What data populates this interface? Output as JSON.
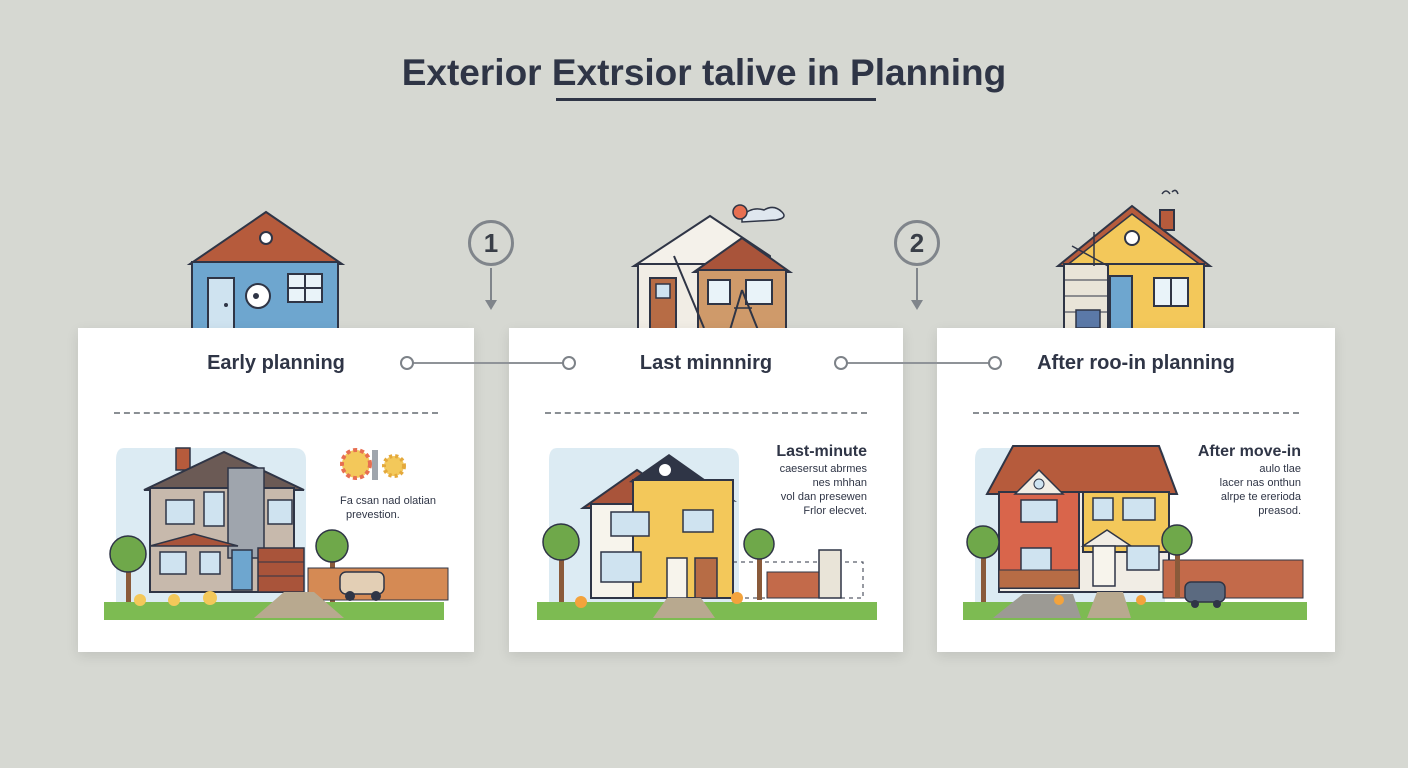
{
  "title": "Exterior Extrsior talive in Planning",
  "steps": [
    {
      "number": "1"
    },
    {
      "number": "2"
    }
  ],
  "cards": [
    {
      "heading": "Early planning",
      "note_lead": "",
      "note_lines": [
        "Fa csan nad olatian",
        "prevestion."
      ]
    },
    {
      "heading": "Last minnnirg",
      "note_lead": "Last-minute",
      "note_lines": [
        "caesersut abrmes",
        "nes mhhan",
        "vol dan presewen",
        "Frlor elecvet."
      ]
    },
    {
      "heading": "After roo-in planning",
      "note_lead": "After move-in",
      "note_lines": [
        "aulo tlae",
        "lacer nas onthun",
        "alrpe te ererioda",
        "preasod."
      ]
    }
  ],
  "colors": {
    "background": "#d6d8d2",
    "text": "#2f3546",
    "blue_house": "#6ea6cf",
    "yellow_house": "#f3c85a",
    "tan_house": "#cf9a6a",
    "red_house": "#d9654b",
    "roof": "#a9543a",
    "grass": "#7dbb52",
    "tree": "#6fa84a"
  },
  "icons": [
    "house-icon",
    "gear-icon",
    "smoke-icon",
    "car-icon",
    "tree-icon",
    "fence-icon"
  ]
}
